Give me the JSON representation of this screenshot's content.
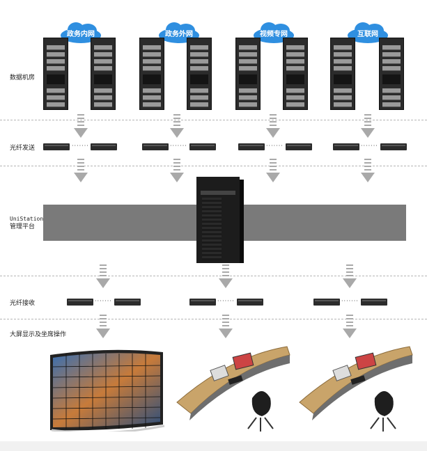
{
  "networks": [
    "政务内网",
    "政务外网",
    "视频专网",
    "互联网"
  ],
  "row_labels": {
    "datacenter": "数据机房",
    "fiber_send": "光纤发送",
    "platform_line1": "UniStation",
    "platform_line2": "管理平台",
    "fiber_receive": "光纤接收",
    "display": "大屏显示及坐席操作"
  },
  "connector": "·······"
}
